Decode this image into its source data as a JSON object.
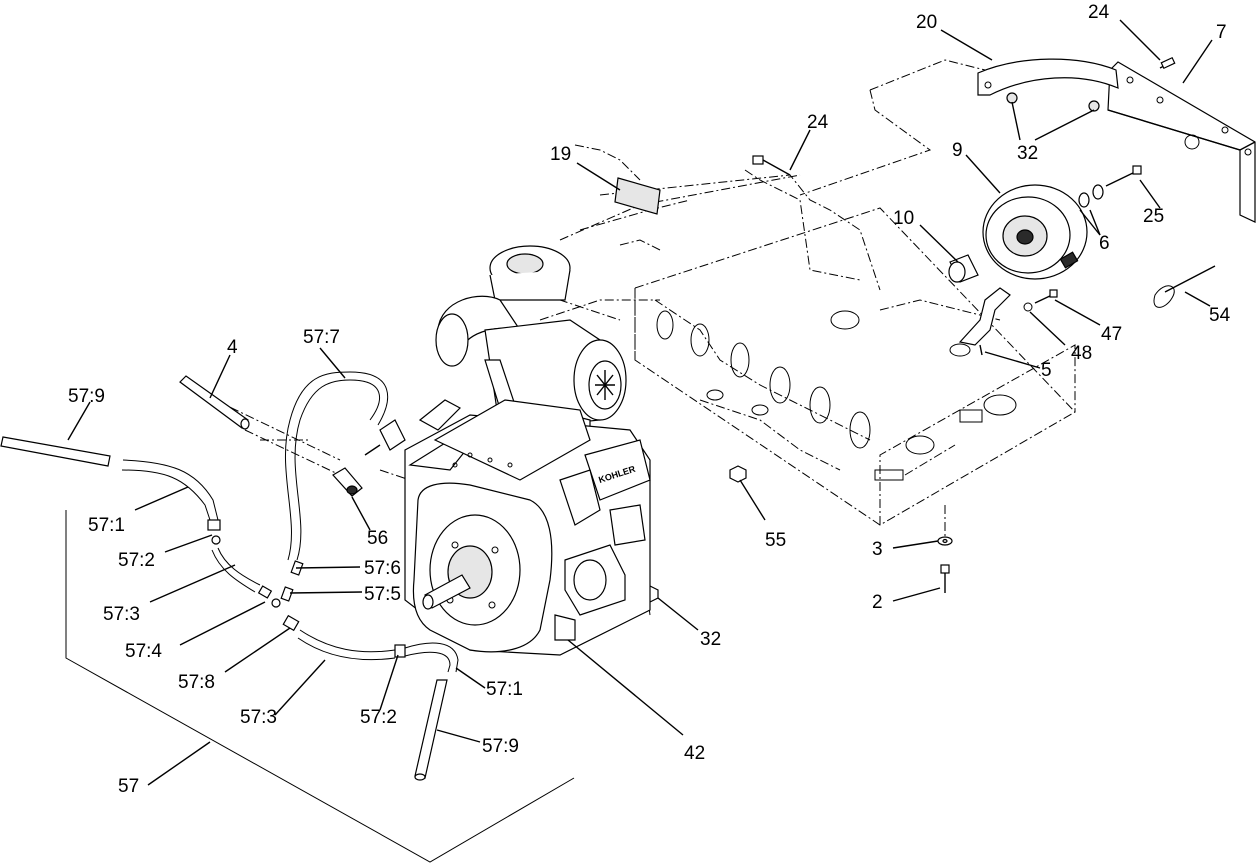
{
  "callouts": {
    "c20": "20",
    "c24a": "24",
    "c7": "7",
    "c32a": "32",
    "c24b": "24",
    "c19": "19",
    "c9": "9",
    "c10": "10",
    "c25": "25",
    "c6": "6",
    "c54": "54",
    "c47": "47",
    "c48": "48",
    "c5": "5",
    "c4": "4",
    "c57_7": "57:7",
    "c57_9a": "57:9",
    "c57_1a": "57:1",
    "c57_2a": "57:2",
    "c57_3a": "57:3",
    "c57_4": "57:4",
    "c57_8": "57:8",
    "c57_3b": "57:3",
    "c57_2b": "57:2",
    "c57_1b": "57:1",
    "c57_9b": "57:9",
    "c57_6": "57:6",
    "c57_5": "57:5",
    "c56": "56",
    "c55": "55",
    "c3": "3",
    "c2": "2",
    "c32b": "32",
    "c42": "42",
    "c57": "57"
  },
  "engine_brand": "KOHLER"
}
